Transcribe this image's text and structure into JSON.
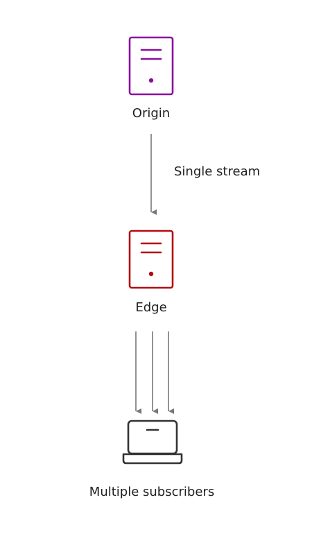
{
  "nodes": {
    "origin": {
      "label": "Origin",
      "icon": "server-icon",
      "color": "#8a0f9e"
    },
    "edge": {
      "label": "Edge",
      "icon": "server-icon",
      "color": "#b30d12"
    },
    "subscribers": {
      "label": "Multiple subscribers",
      "icon": "laptop-icon",
      "color": "#333333"
    }
  },
  "connections": {
    "origin_to_edge": {
      "label": "Single stream",
      "color": "#777777"
    },
    "edge_to_subscribers": {
      "color": "#777777"
    }
  }
}
